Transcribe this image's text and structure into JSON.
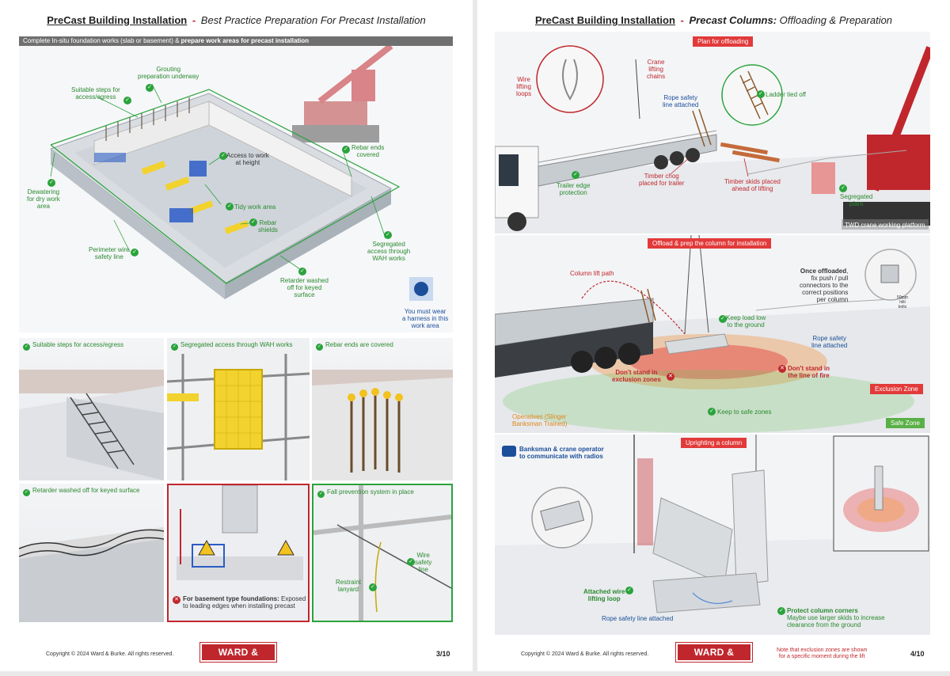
{
  "left_page": {
    "title": {
      "main": "PreCast Building Installation",
      "dash": "-",
      "sub": "Best Practice Preparation For Precast Installation"
    },
    "section_bar": {
      "prefix": "Complete In-situ foundation works (slab or basement) & ",
      "bold": "prepare work areas for precast installation"
    },
    "main_labels": {
      "grouting": "Grouting\npreparation underway",
      "steps": "Suitable steps for\naccess/egress",
      "access": "Access to work\nat height",
      "rebar_ends": "Rebar ends\ncovered",
      "dewatering": "Dewatering\nfor dry work\narea",
      "tidy": "Tidy work area",
      "rebar_shields": "Rebar\nshields",
      "perimeter": "Perimeter wire\nsafety line",
      "segregated": "Segregated\naccess through\nWAH works",
      "retarder": "Retarder washed\noff for keyed\nsurface",
      "harness": "You must wear\na harness in this\nwork area"
    },
    "thumbs": {
      "t1": "Suitable steps for access/egress",
      "t2": "Segregated access through WAH works",
      "t3": "Rebar ends are covered",
      "t4": "Retarder washed off for keyed surface",
      "t5_bold": "For basement type foundations:",
      "t5_rest": " Exposed\nto leading edges when installing precast",
      "t6": "Fall prevention system in place",
      "t6_wire": "Wire\nsafety\nline",
      "t6_lanyard": "Restraint\nlanyard"
    },
    "footer": {
      "copyright": "Copyright © 2024 Ward & Burke. All rights reserved.",
      "logo": "WARD & BURKE",
      "page": "3/10"
    }
  },
  "right_page": {
    "title": {
      "main": "PreCast Building Installation",
      "dash": "-",
      "sub_bold": "Precast Columns:",
      "sub": " Offloading & Preparation"
    },
    "section1": {
      "banner": "Plan for offloading",
      "wire_loops": "Wire\nlifting\nloops",
      "crane_chains": "Crane\nlifting\nchains",
      "rope_line": "Rope safety\nline attached",
      "ladder": "Ladder tied off",
      "trailer_edge": "Trailer edge\nprotection",
      "timber_chog": "Timber chog\nplaced for trailer",
      "timber_skids": "Timber skids placed\nahead of lifting",
      "segregated_plant": "Segregated\nplant",
      "twd": "TWD crane working platform"
    },
    "section2": {
      "banner": "Offload & prep the column for installation",
      "lift_path": "Column lift path",
      "once_bold": "Once offloaded",
      "once_rest": ",\nfix push / pull\nconnectors to the\ncorrect positions\nper column",
      "bolts": "50mm\nhilti\nbolts",
      "keep_low": "Keep load low\nto the ground",
      "rope_line": "Rope safety\nline attached",
      "no_exclusion": "Don't stand in\nexclusion zones",
      "no_fire": "Don't stand in\nthe line of fire",
      "operatives": "Operatives (Slinger\nBanksman Trained)",
      "safe_zones": "Keep to safe zones",
      "exclusion_zone": "Exclusion Zone",
      "safe_zone": "Safe Zone"
    },
    "section3": {
      "banner": "Uprighting a column",
      "radios": "Banksman & crane operator\nto communicate with radios",
      "wire_loop": "Attached wire\nlifting loop",
      "rope_line": "Rope safety line attached",
      "corners_bold": "Protect column corners",
      "corners_rest": "Maybe use larger skids to increase\nclearance from the ground"
    },
    "footer": {
      "copyright": "Copyright © 2024 Ward & Burke. All rights reserved.",
      "logo": "WARD & BURKE",
      "note": "Note that exclusion zones are shown\nfor a specific moment during the lift",
      "page": "4/10"
    }
  },
  "colors": {
    "brand_red": "#c0272d",
    "safe_green": "#2aa33b",
    "banner_red": "#e23a3a",
    "bar_gray": "#6f6f6f"
  }
}
